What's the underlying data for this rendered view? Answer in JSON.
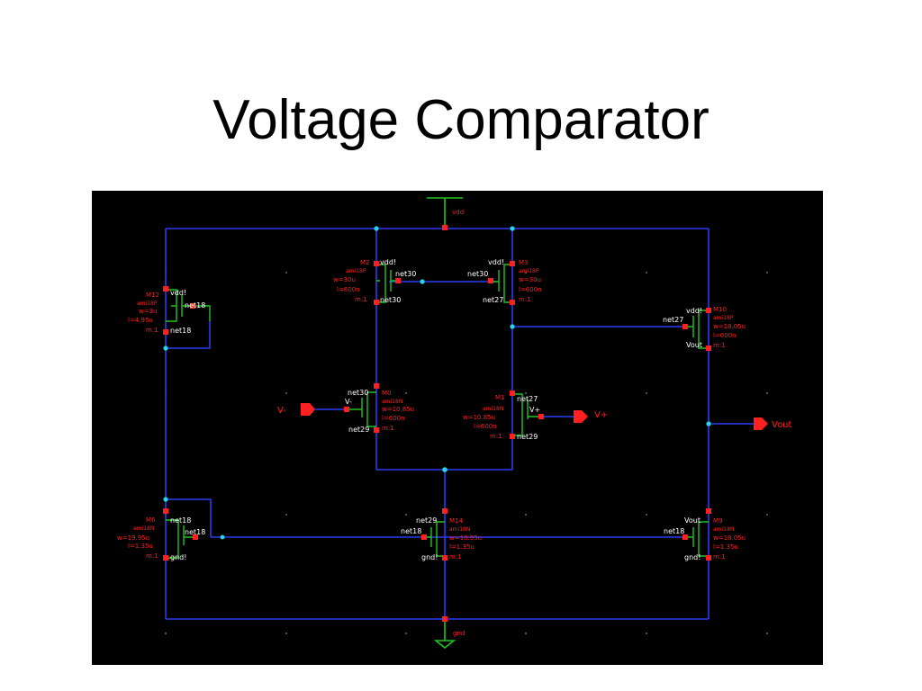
{
  "title": "Voltage Comparator",
  "colors": {
    "wire": "#2a3bf0",
    "device": "#21c421",
    "label": "#ff2020",
    "netname": "#ffffff",
    "junction": "#23d6f0",
    "background": "#000000"
  },
  "supply": {
    "vdd": "vdd",
    "gnd": "gnd"
  },
  "pins": {
    "vminus": "V-",
    "vplus": "V+",
    "vout": "Vout"
  },
  "devices": {
    "m12": {
      "name": "M12",
      "model": "ami18P",
      "w": "w=3u",
      "l": "l=4.95u",
      "m": "m:1",
      "s": "vdd!",
      "g": "net18",
      "d": "net18"
    },
    "m2": {
      "name": "M2",
      "model": "ami18P",
      "w": "w=30u",
      "l": "l=600n",
      "m": "m:1",
      "s": "vdd!",
      "g": "net30",
      "d": "net30"
    },
    "m3": {
      "name": "M3",
      "model": "ami18P",
      "w": "w=30u",
      "l": "l=600n",
      "m": "m:1",
      "s": "vdd!",
      "g": "net30",
      "d": "net27"
    },
    "m10": {
      "name": "M10",
      "model": "ami18P",
      "w": "w=18.05u",
      "l": "l=600n",
      "m": "m:1",
      "s": "vdd!",
      "g": "net27",
      "d": "Vout"
    },
    "m0": {
      "name": "M0",
      "model": "ami18N",
      "w": "w=10.85u",
      "l": "l=600n",
      "m": "m:1",
      "d": "net30",
      "g": "V-",
      "s": "net29"
    },
    "m1": {
      "name": "M1",
      "model": "ami18N",
      "w": "w=10.85u",
      "l": "l=600n",
      "m": "m:1",
      "d": "net27",
      "g": "V+",
      "s": "net29"
    },
    "m6": {
      "name": "M6",
      "model": "ami18N",
      "w": "w=19.95u",
      "l": "l=1.35u",
      "m": "m:1",
      "d": "net18",
      "g": "net18",
      "s": "gnd!"
    },
    "m14": {
      "name": "M14",
      "model": "ami18N",
      "w": "w=10.95u",
      "l": "l=1.35u",
      "m": "m:1",
      "d": "net29",
      "g": "net18",
      "s": "gnd!"
    },
    "m9": {
      "name": "M9",
      "model": "ami18N",
      "w": "w=18.05u",
      "l": "l=1.35u",
      "m": "m:1",
      "d": "Vout",
      "g": "net18",
      "s": "gnd!"
    }
  }
}
